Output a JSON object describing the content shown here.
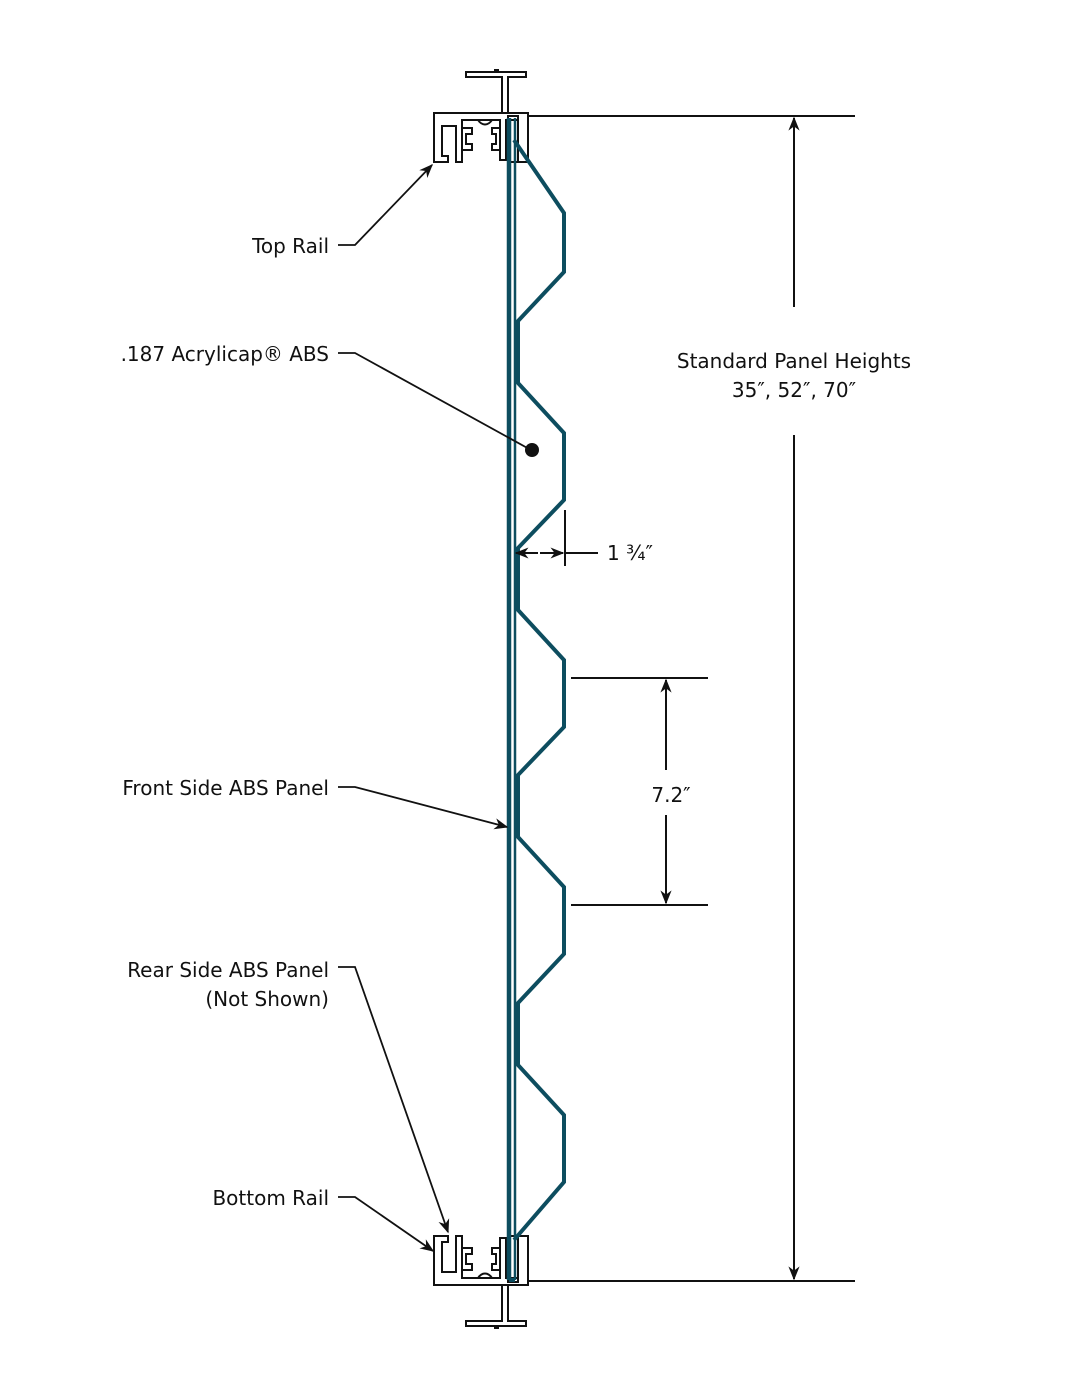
{
  "labels": {
    "top_rail": "Top Rail",
    "acrylicap": ".187 Acrylicap® ABS",
    "front_panel": "Front Side ABS Panel",
    "rear_panel_line1": "Rear Side ABS Panel",
    "rear_panel_line2": "(Not Shown)",
    "bottom_rail": "Bottom Rail",
    "panel_heights_line1": "Standard Panel Heights",
    "panel_heights_line2": "35″, 52″, 70″",
    "depth_dim": "1 ¾″",
    "pitch_dim": "7.2″"
  },
  "colors": {
    "panel": "#0d4d5f",
    "line": "#111111",
    "background": "#ffffff"
  }
}
